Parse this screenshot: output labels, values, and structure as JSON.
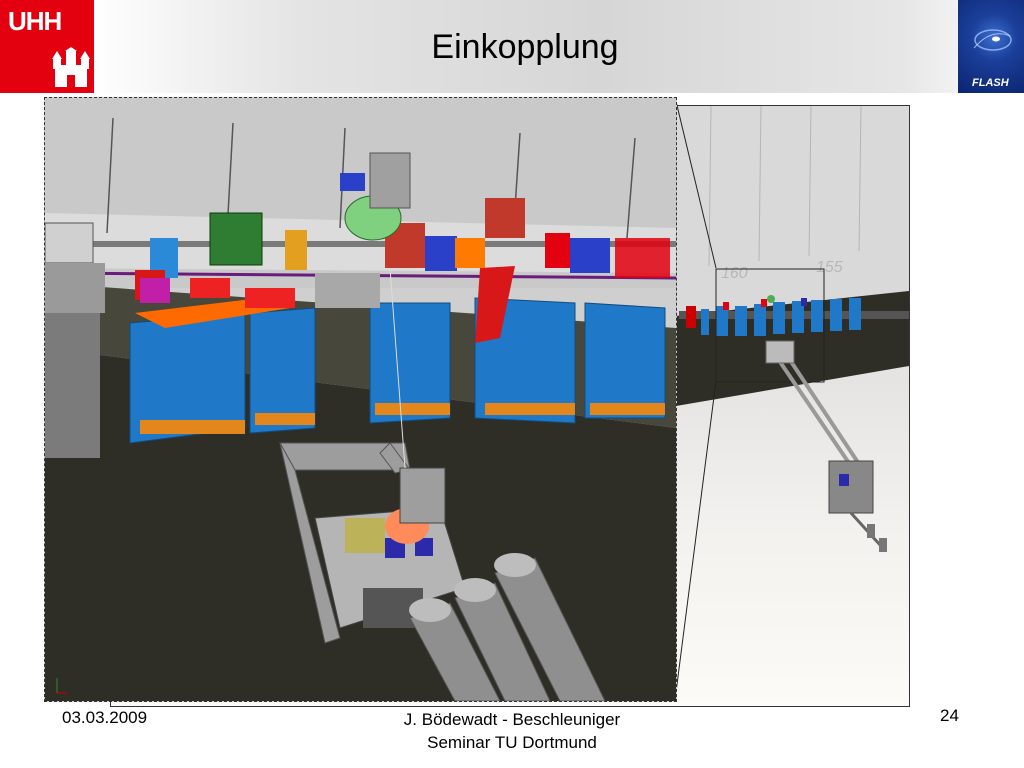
{
  "header": {
    "title": "Einkopplung",
    "left_logo_text": "UHH",
    "right_logo_text": "FLASH"
  },
  "wide_view": {
    "scale_labels": [
      "160",
      "155"
    ]
  },
  "footer": {
    "date": "03.03.2009",
    "author_line1": "J. Bödewadt - Beschleuniger",
    "author_line2": "Seminar TU Dortmund",
    "page_number": "24"
  },
  "colors": {
    "uhh_red": "#e3000f",
    "flash_blue": "#1b3f9a",
    "tunnel_floor": "#2f2e26",
    "support_blue": "#1f78c8"
  }
}
